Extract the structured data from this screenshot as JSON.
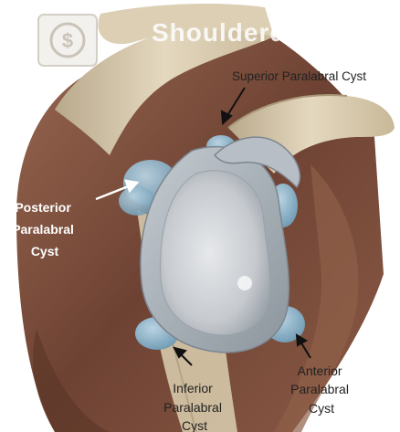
{
  "watermark": "Shoulderdoc.co.uk",
  "labels": {
    "superior": "Superior Paralabral Cyst",
    "posterior": [
      "Posterior",
      "Paralabral",
      "Cyst"
    ],
    "inferior": [
      "Inferior",
      "Paralabral",
      "Cyst"
    ],
    "anterior": [
      "Anterior",
      "Paralabral",
      "Cyst"
    ]
  },
  "colors": {
    "background": "#ffffff",
    "bone": "#d8cbb0",
    "muscle": "#7a4e3c",
    "glenoid": "#c9ccd0",
    "labrum": "#a9b1b8",
    "cyst": "#8fb6cc",
    "label_white": "#ffffff",
    "label_dark": "#222222"
  },
  "icons": {
    "logo": "shoulderdoc-logo-icon"
  }
}
